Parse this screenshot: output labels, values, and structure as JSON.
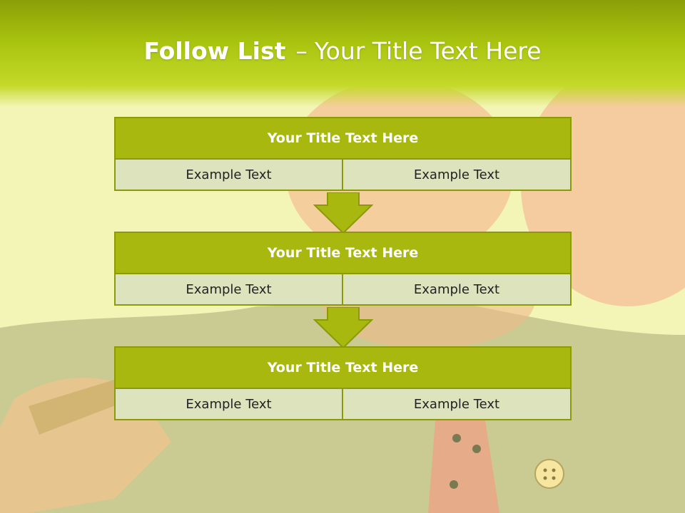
{
  "title": {
    "bold": "Follow List",
    "separator": "–",
    "rest": "Your Title Text Here"
  },
  "blocks": [
    {
      "heading": "Your Title Text Here",
      "left": "Example Text",
      "right": "Example Text"
    },
    {
      "heading": "Your Title Text Here",
      "left": "Example Text",
      "right": "Example Text"
    },
    {
      "heading": "Your Title Text Here",
      "left": "Example Text",
      "right": "Example Text"
    }
  ],
  "colors": {
    "accent": "#a8b80f",
    "border": "#8a9a08",
    "cell_fill": "#dde4bd",
    "background": "#f1f4b0"
  },
  "icons": [
    "down-arrow-icon"
  ]
}
